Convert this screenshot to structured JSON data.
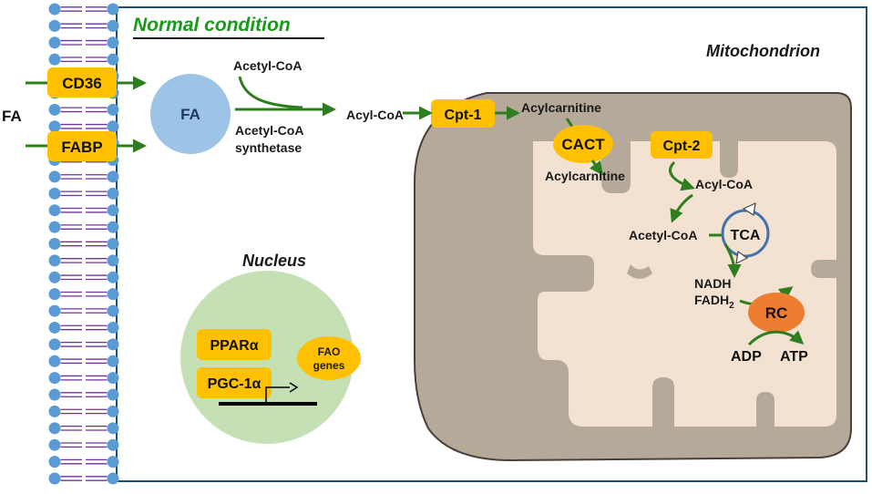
{
  "title": "Normal condition",
  "colors": {
    "membrane_head": "#5b9bd5",
    "membrane_tail": "#7030a0",
    "border": "#1f4e79",
    "title": "#1a9a1a",
    "enzyme_box": "#ffc000",
    "fa_circle": "#9dc3e6",
    "nucleus": "#c5e0b4",
    "mito_outer": "#b5aa99",
    "mito_inner": "#f3e2d2",
    "arrow": "#2e7d1e",
    "rc": "#ed7d31",
    "tca_ring": "#4472a8"
  },
  "labels": {
    "fa_outside": "FA",
    "cd36": "CD36",
    "fabp": "FABP",
    "fa_circle": "FA",
    "acetyl_coa_top": "Acetyl-CoA",
    "synthetase_line1": "Acetyl-CoA",
    "synthetase_line2": "synthetase",
    "acyl_coa_cytosol": "Acyl-CoA",
    "cpt1": "Cpt-1",
    "acylcarnitine_top": "Acylcarnitine",
    "cact": "CACT",
    "acylcarnitine_inner": "Acylcarnitine",
    "cpt2": "Cpt-2",
    "acyl_coa_matrix": "Acyl-CoA",
    "acetyl_coa_matrix": "Acetyl-CoA",
    "tca": "TCA",
    "nadh": "NADH",
    "fadh2_base": "FADH",
    "fadh2_sub": "2",
    "rc": "RC",
    "adp": "ADP",
    "atp": "ATP",
    "mitochondrion": "Mitochondrion",
    "nucleus": "Nucleus",
    "ppara": "PPARα",
    "pgc1a": "PGC-1α",
    "fao_line1": "FAO",
    "fao_line2": "genes"
  }
}
